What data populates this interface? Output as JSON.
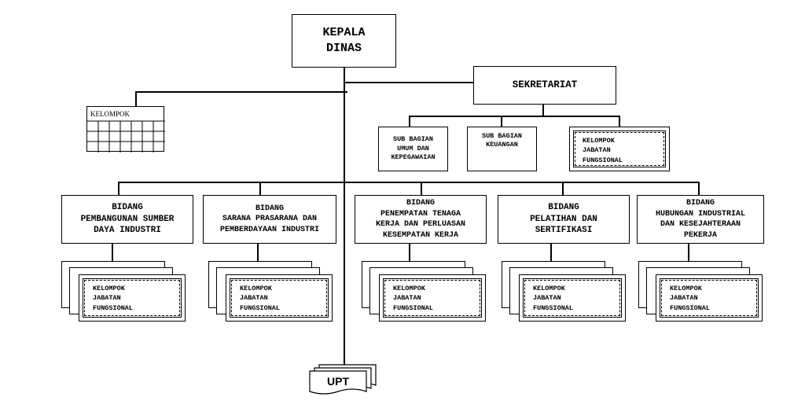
{
  "head": {
    "line1": "KEPALA",
    "line2": "DINAS"
  },
  "secretariat": {
    "label": "SEKRETARIAT"
  },
  "kelompok_grid": {
    "label": "KELOMPOK"
  },
  "subunits": [
    {
      "lines": [
        "SUB BAGIAN",
        "UMUM DAN",
        "KEPEGAWAIAN"
      ]
    },
    {
      "lines": [
        "SUB BAGIAN",
        "KEUANGAN"
      ]
    },
    {
      "lines": [
        "KELOMPOK",
        "JABATAN",
        "FUNGSIONAL"
      ]
    }
  ],
  "divisions": [
    {
      "lines": [
        "BIDANG",
        "PEMBANGUNAN SUMBER",
        "DAYA INDUSTRI"
      ]
    },
    {
      "lines": [
        "BIDANG",
        "SARANA PRASARANA DAN",
        "PEMBERDAYAAN INDUSTRI"
      ]
    },
    {
      "lines": [
        "BIDANG",
        "PENEMPATAN TENAGA",
        "KERJA DAN PERLUASAN",
        "KESEMPATAN KERJA"
      ]
    },
    {
      "lines": [
        "BIDANG",
        "PELATIHAN DAN",
        "SERTIFIKASI"
      ]
    },
    {
      "lines": [
        "BIDANG",
        "HUBUNGAN INDUSTRIAL",
        "DAN KESEJAHTERAAN",
        "PEKERJA"
      ]
    }
  ],
  "functional_group": {
    "lines": [
      "KELOMPOK",
      "JABATAN",
      "FUNGSIONAL"
    ]
  },
  "upt": {
    "label": "UPT"
  }
}
